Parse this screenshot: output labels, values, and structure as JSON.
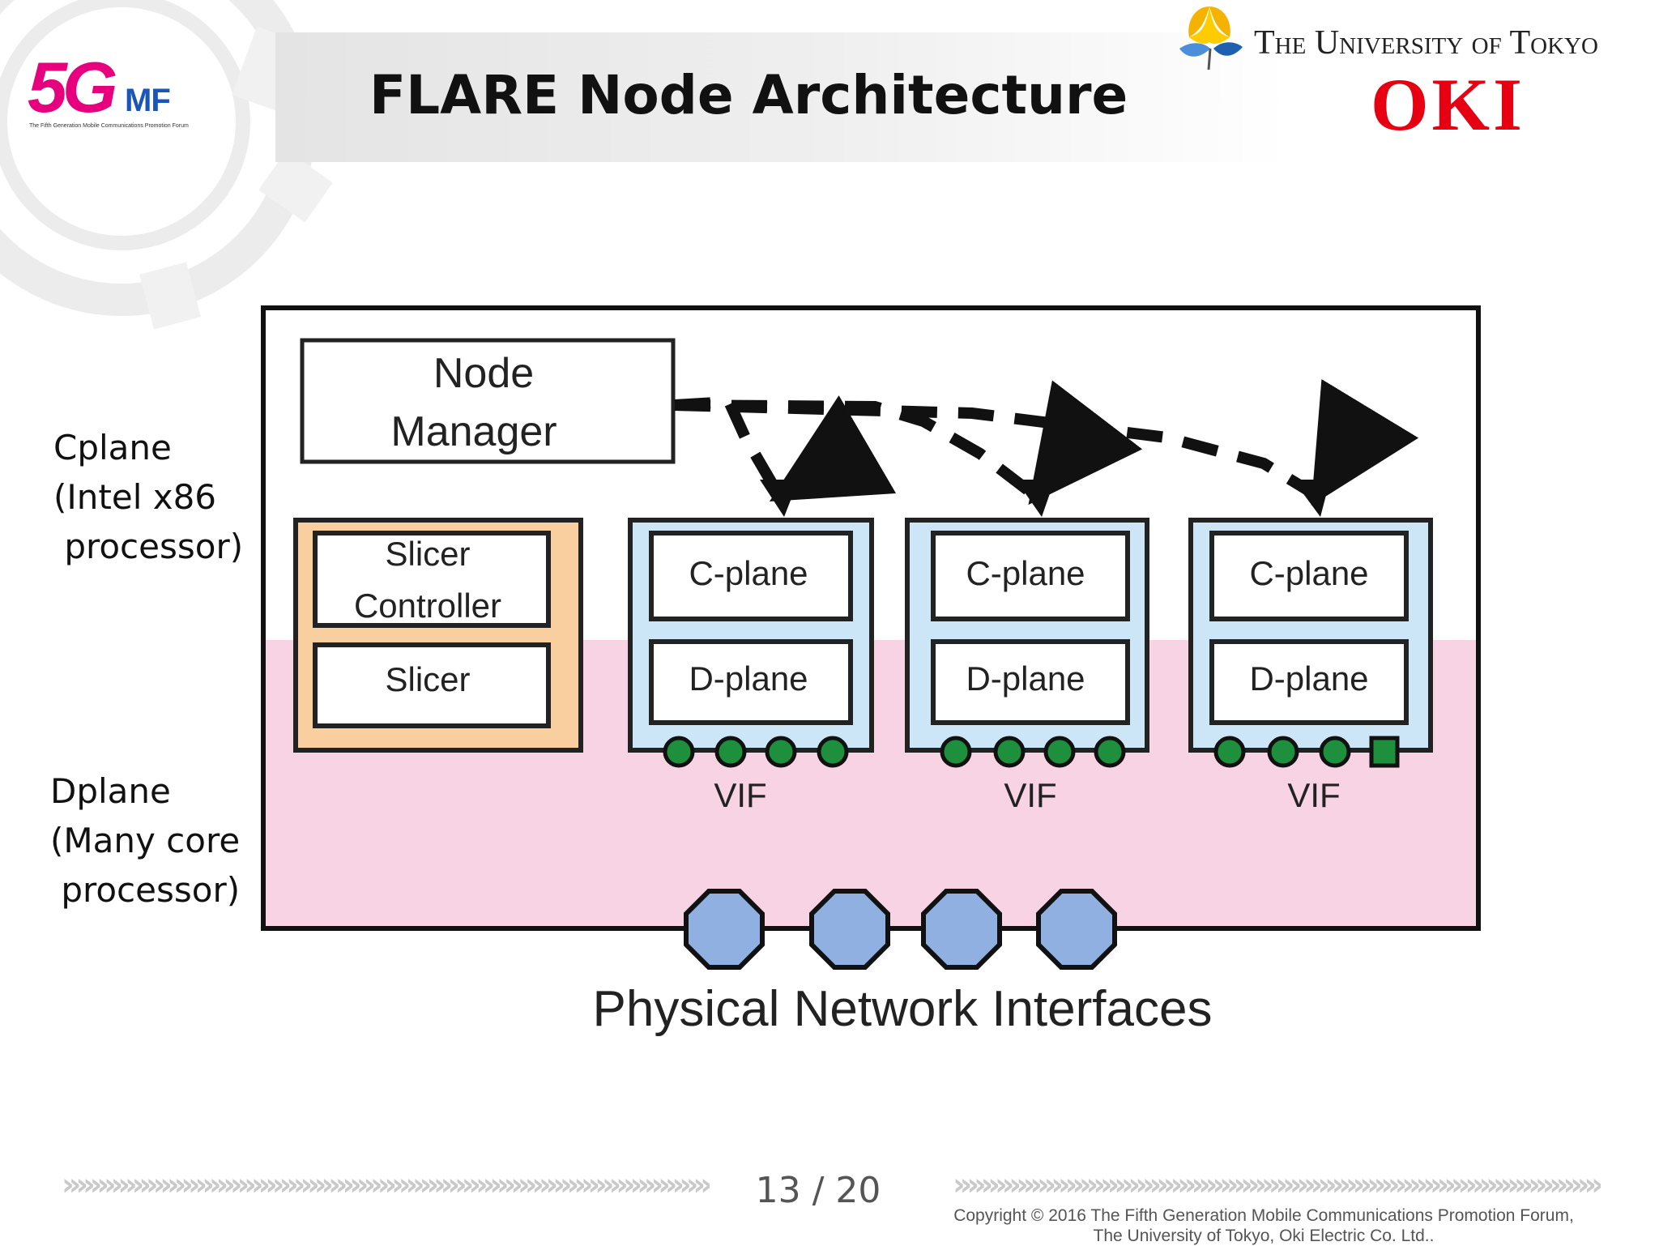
{
  "header": {
    "title": "FLARE Node Architecture",
    "logo_5g": "5G",
    "logo_mf": "MF",
    "logo_tagline": "The Fifth Generation Mobile Communications Promotion Forum",
    "university": "The University of Tokyo",
    "oki": "OKI"
  },
  "side_labels": {
    "cplane": "Cplane\n(Intel x86\n processor)",
    "dplane": "Dplane\n(Many core\n processor)"
  },
  "diagram": {
    "node_manager": [
      "Node",
      "Manager"
    ],
    "slicer_controller": [
      "Slicer",
      "Controller"
    ],
    "slicer": "Slicer",
    "slices": [
      {
        "cplane": "C-plane",
        "dplane": "D-plane",
        "vif": "VIF"
      },
      {
        "cplane": "C-plane",
        "dplane": "D-plane",
        "vif": "VIF"
      },
      {
        "cplane": "C-plane",
        "dplane": "D-plane",
        "vif": "VIF"
      }
    ],
    "physical_label": "Physical Network Interfaces",
    "colors": {
      "dplane_region": "#f7d3e3",
      "slicer_box": "#f9cfa0",
      "slice_box": "#cde6f7",
      "vif_port": "#1e8f3c",
      "physical_port": "#8fb0e0"
    }
  },
  "footer": {
    "page": "13 / 20",
    "copyright_line1": "Copyright  © 2016 The Fifth Generation Mobile Communications Promotion Forum,",
    "copyright_line2": "The University of Tokyo, Oki Electric  Co. Ltd.."
  }
}
